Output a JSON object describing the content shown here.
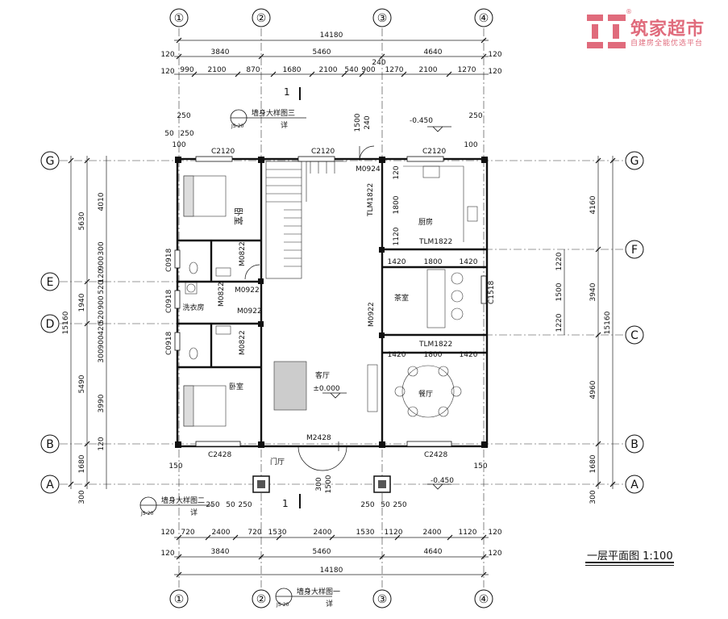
{
  "logo": {
    "main": "筑家超市",
    "sub": "自建房全能优选平台",
    "reg": "®"
  },
  "drawing_title": "一层平面图 1:100",
  "axes_x": [
    "①",
    "②",
    "③",
    "④"
  ],
  "axes_y_left": [
    "G",
    "E",
    "D",
    "B",
    "A"
  ],
  "axes_y_right": [
    "G",
    "F",
    "C",
    "B",
    "A"
  ],
  "top_dims": {
    "total": "14180",
    "edge": "120",
    "spans": [
      "3840",
      "5460",
      "4640"
    ],
    "openings": [
      "990",
      "2100",
      "870",
      "1680",
      "2100",
      "540",
      "900",
      "1270",
      "2100",
      "1270"
    ],
    "gap": "240"
  },
  "bottom_dims": {
    "total": "14180",
    "edge": "120",
    "spans": [
      "3840",
      "5460",
      "4640"
    ],
    "openings": [
      "720",
      "2400",
      "720",
      "1530",
      "2400",
      "1530",
      "1120",
      "2400",
      "1120"
    ]
  },
  "left_dims": {
    "total": "15160",
    "big": [
      "5630",
      "1940",
      "5490",
      "1680",
      "300"
    ],
    "small": [
      "4010",
      "300",
      "900",
      "120",
      "520",
      "900",
      "520",
      "420",
      "900",
      "300",
      "3990",
      "120"
    ]
  },
  "right_dims": {
    "total": "15160",
    "big": [
      "4160",
      "3940",
      "4960",
      "1680",
      "300"
    ],
    "small": [
      "1220",
      "1500",
      "1220"
    ]
  },
  "rooms": {
    "bedroom_top": "卧室",
    "laundry": "洗衣房",
    "bedroom_bottom": "卧室",
    "living": "客厅",
    "living_level": "±0.000",
    "kitchen": "厨房",
    "tea": "茶室",
    "dining": "餐厅",
    "foyer": "门厅"
  },
  "openings": {
    "c2120_1": "C2120",
    "c2120_2": "C2120",
    "c2120_3": "C2120",
    "m0924": "M0924",
    "tlm1822_v": "TLM1822",
    "tlm1822_a": "TLM1822",
    "tlm1822_b": "TLM1822",
    "m0822_1": "M0822",
    "m0822_2": "M0822",
    "m0822_3": "M0822",
    "m0922_1": "M0922",
    "m0922_2": "M0922",
    "m0922_3": "M0922",
    "c0918_1": "C0918",
    "c0918_2": "C0918",
    "c0918_3": "C0918",
    "c1518": "C1518",
    "m2428": "M2428",
    "c2428_1": "C2428",
    "c2428_2": "C2428"
  },
  "kitchen_dims": [
    "120",
    "1800",
    "1120"
  ],
  "tea_dims_a": [
    "1420",
    "1800",
    "1420"
  ],
  "tea_dims_b": [
    "1420",
    "1800",
    "1420"
  ],
  "levels": {
    "top": "-0.450",
    "bottom": "-0.450"
  },
  "details": {
    "d3": "墙身大样图三",
    "d2": "墙身大样图二",
    "d1": "墙身大样图一",
    "ref": "详",
    "sheet": "JS-20"
  },
  "section_mark": "1",
  "step_dims": [
    "1500",
    "240",
    "1500",
    "300"
  ],
  "column_dims": [
    "250",
    "50",
    "250",
    "100",
    "50",
    "150"
  ]
}
